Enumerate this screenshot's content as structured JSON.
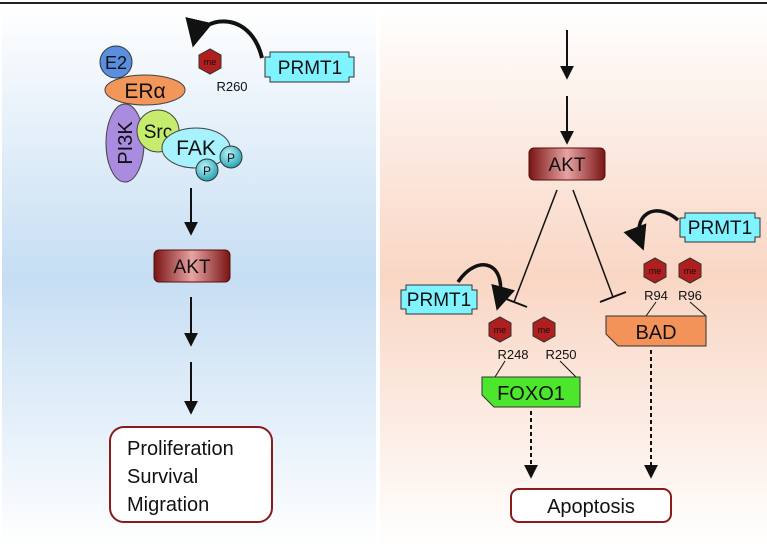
{
  "left_panel": {
    "e2_label": "E2",
    "era_label": "ERα",
    "me_label": "me",
    "site_label": "R260",
    "prmt1_label": "PRMT1",
    "pi3k_label": "PI3K",
    "src_label": "Src",
    "fak_label": "FAK",
    "p_label": "P",
    "akt_label": "AKT",
    "outcomes": [
      "Proliferation",
      "Survival",
      "Migration"
    ]
  },
  "right_panel": {
    "akt_label": "AKT",
    "prmt1_label": "PRMT1",
    "me_label": "me",
    "foxo1_sites": [
      "R248",
      "R250"
    ],
    "foxo1_label": "FOXO1",
    "bad_sites": [
      "R94",
      "R96"
    ],
    "bad_label": "BAD",
    "apoptosis_label": "Apoptosis"
  },
  "colors": {
    "akt_dark": "#7a1414",
    "akt_mid": "#d88a8a",
    "prmt1_fill": "#7ff3ff",
    "foxo1_fill": "#4ce62c",
    "bad_fill": "#f3935a",
    "me_fill": "#b01e1e",
    "era_fill": "#f3965a",
    "e2_fill": "#5a8fe0",
    "pi3k_fill": "#a98ce0",
    "src_fill": "#c6ec6e",
    "fak_fill": "#a6f2ff",
    "p_fill": "#1fb5c5"
  }
}
